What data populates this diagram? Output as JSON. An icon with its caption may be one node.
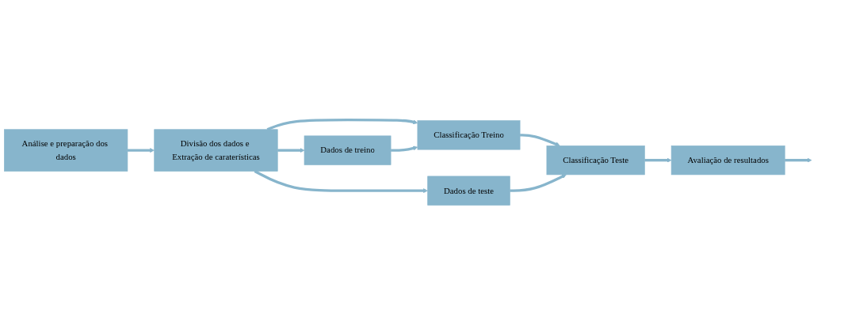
{
  "diagram": {
    "nodes": [
      {
        "text": [
          "Dados de treino"
        ]
      },
      {
        "text": [
          "Análise e preparação dos dados"
        ]
      },
      {
        "text": [
          "Divisão dos dados e Extração de caraterísticas"
        ]
      },
      {
        "text": [
          "Classificação Treino"
        ]
      },
      {
        "text": [
          "Classificação Teste"
        ]
      },
      {
        "text": [
          "Avaliação de resultados"
        ]
      },
      {
        "text": [
          "Dados de teste"
        ]
      }
    ],
    "edges": [
      {
        "from": 1,
        "to": 2,
        "arrow": "to"
      },
      {
        "from": 2,
        "to": 0,
        "arrow": "to"
      },
      {
        "from": 2,
        "to": 6,
        "arrow": "to"
      },
      {
        "from": 2,
        "to": 3,
        "arrow": "to"
      },
      {
        "from": 0,
        "to": 3,
        "arrow": "to"
      },
      {
        "from": 3,
        "to": 4,
        "arrow": "to"
      },
      {
        "from": 6,
        "to": 4,
        "arrow": "to"
      },
      {
        "from": 4,
        "to": 5,
        "arrow": "to"
      },
      {
        "from": 5,
        "to": null,
        "arrow": "to"
      }
    ]
  }
}
